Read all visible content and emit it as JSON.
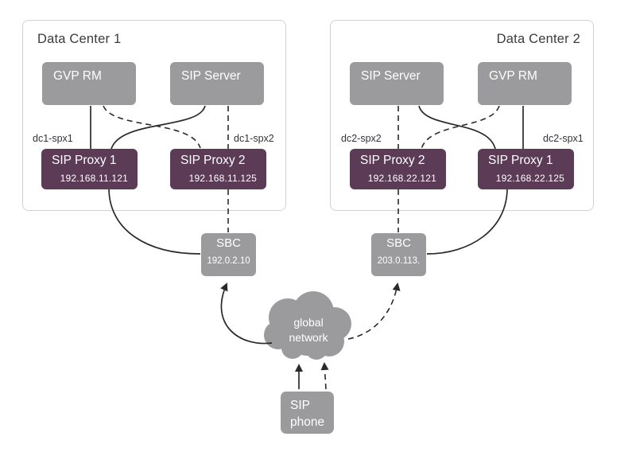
{
  "diagram_type": "network-topology",
  "colors": {
    "node_gray": "#9b9b9d",
    "node_purple": "#5c3b57",
    "dc_border": "#d2d2d6",
    "line": "#2a2a2a",
    "node_text": "#ffffff",
    "label_text": "#343434"
  },
  "data_centers": [
    {
      "title": "Data Center 1",
      "servers": [
        {
          "label": "GVP RM"
        },
        {
          "label": "SIP Server"
        }
      ],
      "proxy_labels": [
        "dc1-spx1",
        "dc1-spx2"
      ],
      "proxies": [
        {
          "title": "SIP Proxy 1",
          "ip": "192.168.11.121"
        },
        {
          "title": "SIP Proxy 2",
          "ip": "192.168.11.125"
        }
      ]
    },
    {
      "title": "Data Center 2",
      "servers": [
        {
          "label": "SIP Server"
        },
        {
          "label": "GVP RM"
        }
      ],
      "proxy_labels": [
        "dc2-spx2",
        "dc2-spx1"
      ],
      "proxies": [
        {
          "title": "SIP Proxy 2",
          "ip": "192.168.22.121"
        },
        {
          "title": "SIP Proxy 1",
          "ip": "192.168.22.125"
        }
      ]
    }
  ],
  "sbc": [
    {
      "title": "SBC",
      "ip": "192.0.2.10"
    },
    {
      "title": "SBC",
      "ip": "203.0.113."
    }
  ],
  "cloud": {
    "line1": "global",
    "line2": "network"
  },
  "phone": {
    "line1": "SIP",
    "line2": "phone"
  },
  "edges": [
    {
      "from": "GVP RM (DC1)",
      "to": "SIP Proxy 1 (DC1)",
      "style": "solid"
    },
    {
      "from": "GVP RM (DC1)",
      "to": "SIP Proxy 2 (DC1)",
      "style": "dashed"
    },
    {
      "from": "SIP Server (DC1)",
      "to": "SIP Proxy 1 (DC1)",
      "style": "solid"
    },
    {
      "from": "SIP Server (DC1)",
      "to": "SIP Proxy 2 (DC1)",
      "style": "dashed"
    },
    {
      "from": "SIP Proxy 1 (DC1)",
      "to": "SBC 192.0.2.10",
      "style": "solid"
    },
    {
      "from": "SIP Proxy 2 (DC1)",
      "to": "SBC 192.0.2.10",
      "style": "dashed"
    },
    {
      "from": "SIP Server (DC2)",
      "to": "SIP Proxy 2 (DC2)",
      "style": "dashed"
    },
    {
      "from": "SIP Server (DC2)",
      "to": "SIP Proxy 1 (DC2)",
      "style": "solid"
    },
    {
      "from": "GVP RM (DC2)",
      "to": "SIP Proxy 2 (DC2)",
      "style": "dashed"
    },
    {
      "from": "GVP RM (DC2)",
      "to": "SIP Proxy 1 (DC2)",
      "style": "solid"
    },
    {
      "from": "SIP Proxy 1 (DC2)",
      "to": "SBC 203.0.113.",
      "style": "solid"
    },
    {
      "from": "SIP Proxy 2 (DC2)",
      "to": "SBC 203.0.113.",
      "style": "dashed"
    },
    {
      "from": "global network",
      "to": "SBC 192.0.2.10",
      "style": "solid",
      "arrow": true
    },
    {
      "from": "global network",
      "to": "SBC 203.0.113.",
      "style": "dashed",
      "arrow": true
    },
    {
      "from": "SIP phone",
      "to": "global network",
      "style": "solid",
      "arrow": true
    },
    {
      "from": "SIP phone",
      "to": "global network",
      "style": "dashed",
      "arrow": true
    }
  ]
}
